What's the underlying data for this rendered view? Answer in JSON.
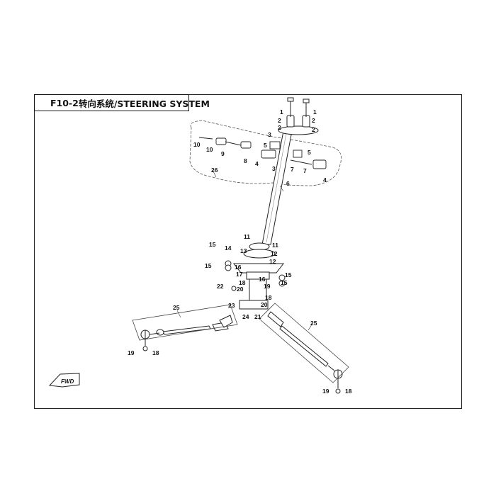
{
  "diagram": {
    "title_code": "F10-2",
    "title_text": "转向系统/STEERING SYSTEM",
    "fwd_label": "FWD",
    "callouts": [
      "1",
      "1",
      "2",
      "2",
      "2",
      "2",
      "3",
      "3",
      "4",
      "4",
      "5",
      "5",
      "6",
      "7",
      "7",
      "8",
      "9",
      "10",
      "10",
      "11",
      "11",
      "12",
      "12",
      "13",
      "14",
      "15",
      "15",
      "15",
      "15",
      "16",
      "16",
      "17",
      "18",
      "18",
      "18",
      "18",
      "19",
      "19",
      "19",
      "20",
      "20",
      "21",
      "22",
      "23",
      "24",
      "25",
      "25",
      "26"
    ]
  }
}
